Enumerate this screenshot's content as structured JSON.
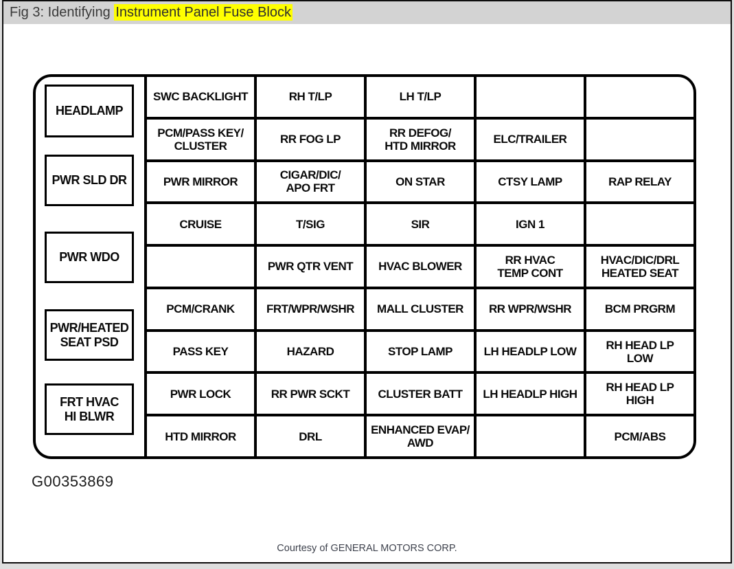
{
  "window": {
    "title_prefix": "Fig 3: Identifying ",
    "title_highlight": "Instrument Panel Fuse Block",
    "highlight_color": "#ffff00",
    "titlebar_bg": "#d3d3d3"
  },
  "diagram": {
    "type": "fuse-block",
    "relays": [
      "HEADLAMP",
      "PWR SLD DR",
      "PWR WDO",
      "PWR/HEATED\nSEAT PSD",
      "FRT HVAC\nHI BLWR"
    ],
    "grid": {
      "rows": [
        [
          "SWC BACKLIGHT",
          "RH T/LP",
          "LH T/LP",
          "",
          ""
        ],
        [
          "PCM/PASS KEY/\nCLUSTER",
          "RR FOG LP",
          "RR DEFOG/\nHTD MIRROR",
          "ELC/TRAILER",
          ""
        ],
        [
          "PWR MIRROR",
          "CIGAR/DIC/\nAPO FRT",
          "ON STAR",
          "CTSY LAMP",
          "RAP RELAY"
        ],
        [
          "CRUISE",
          "T/SIG",
          "SIR",
          "IGN 1",
          ""
        ],
        [
          "",
          "PWR QTR VENT",
          "HVAC BLOWER",
          "RR HVAC\nTEMP CONT",
          "HVAC/DIC/DRL\nHEATED SEAT"
        ],
        [
          "PCM/CRANK",
          "FRT/WPR/WSHR",
          "MALL CLUSTER",
          "RR WPR/WSHR",
          "BCM PRGRM"
        ],
        [
          "PASS KEY",
          "HAZARD",
          "STOP LAMP",
          "LH HEADLP LOW",
          "RH HEAD LP\nLOW"
        ],
        [
          "PWR LOCK",
          "RR PWR SCKT",
          "CLUSTER BATT",
          "LH HEADLP HIGH",
          "RH HEAD LP\nHIGH"
        ],
        [
          "HTD MIRROR",
          "DRL",
          "ENHANCED EVAP/\nAWD",
          "",
          "PCM/ABS"
        ]
      ]
    },
    "figure_id": "G00353869"
  },
  "footer": {
    "credit": "Courtesy of GENERAL MOTORS CORP."
  },
  "line_color": "#000000"
}
